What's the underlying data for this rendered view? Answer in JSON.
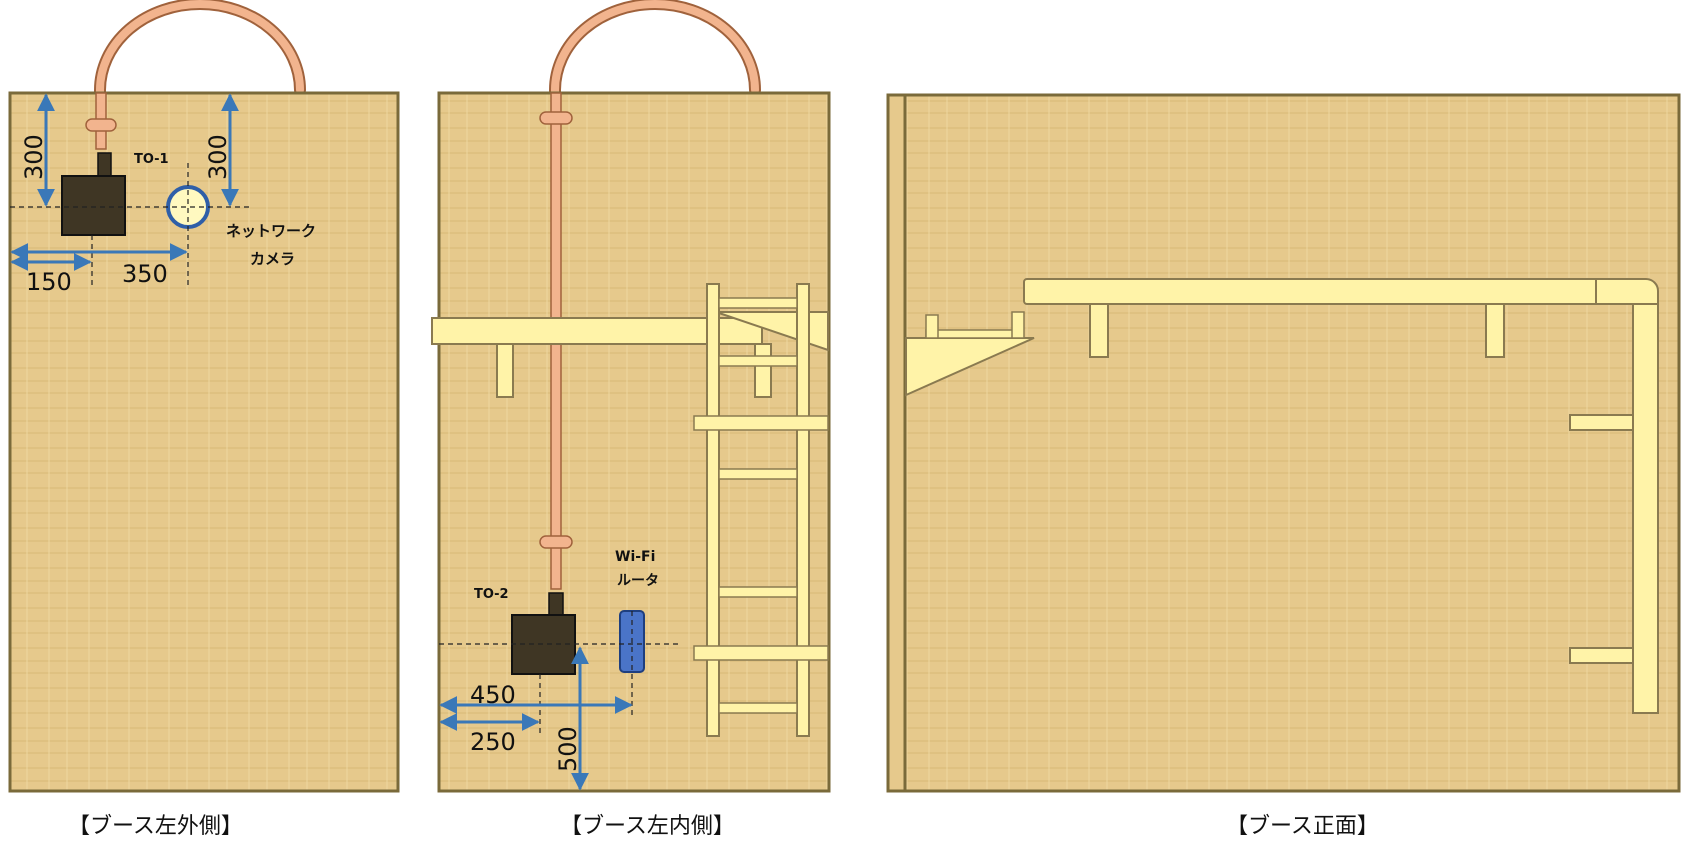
{
  "panels": {
    "left_outer": {
      "caption": "【ブース左外側】",
      "device_label": "TO-1",
      "camera_label_line1": "ネットワーク",
      "camera_label_line2": "カメラ",
      "dim_top_left": "300",
      "dim_top_right": "300",
      "dim_left": "150",
      "dim_right": "350"
    },
    "left_inner": {
      "caption": "【ブース左内側】",
      "device_label": "TO-2",
      "router_label_line1": "Wi-Fi",
      "router_label_line2": "ルータ",
      "dim_450": "450",
      "dim_250": "250",
      "dim_500": "500"
    },
    "front": {
      "caption": "【ブース正面】"
    }
  },
  "colors": {
    "wall": "#e6c98c",
    "wall_border": "#7a6a3a",
    "cable": "#f2b48e",
    "cable_border": "#a0623c",
    "device": "#3f3624",
    "camera_ring": "#2f5fa8",
    "camera_fill": "#fff9c0",
    "router": "#4a74c8",
    "dimension": "#3a78b8",
    "structure": "#fff3a8",
    "structure_border": "#8a7a50"
  }
}
